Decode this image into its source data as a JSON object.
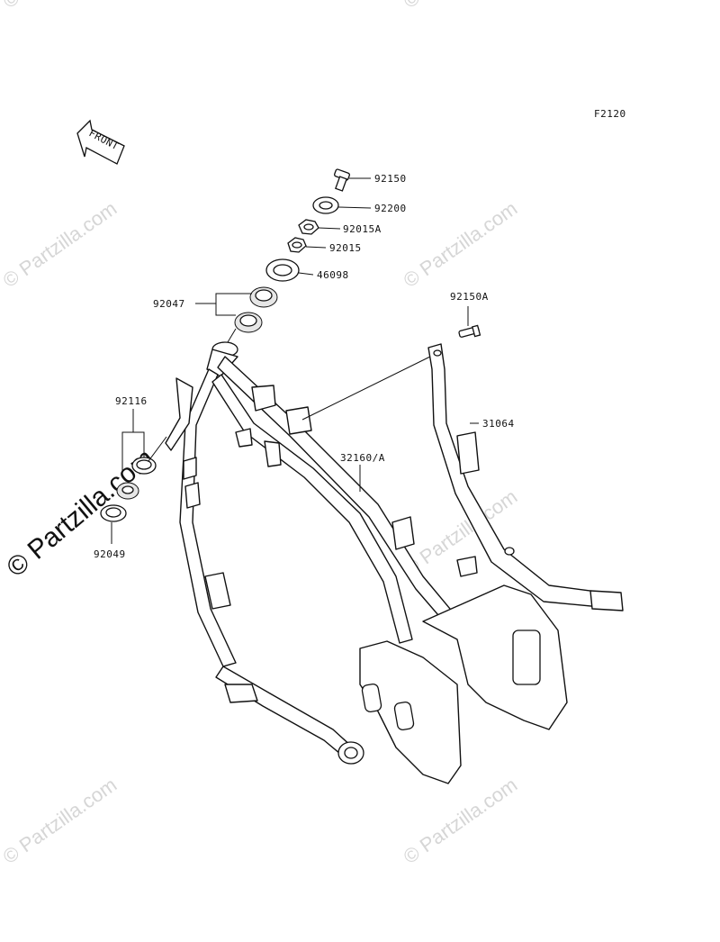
{
  "figure_code": "F2120",
  "front_arrow_text": "FRONT",
  "watermarks": [
    "© Partzilla.com",
    "© Partzilla.com",
    "© Partzilla.com",
    "© Partzilla.com",
    "© Partzilla.com",
    "© Partzilla.com",
    "© Partzilla.com"
  ],
  "large_watermark": "© Partzilla.com",
  "part_labels": {
    "p92150": "92150",
    "p92200": "92200",
    "p92015A": "92015A",
    "p92015": "92015",
    "p46098": "46098",
    "p92047": "92047",
    "p92150A": "92150A",
    "p92116": "92116",
    "p31064": "31064",
    "p32160A": "32160/A",
    "p92049": "92049"
  }
}
